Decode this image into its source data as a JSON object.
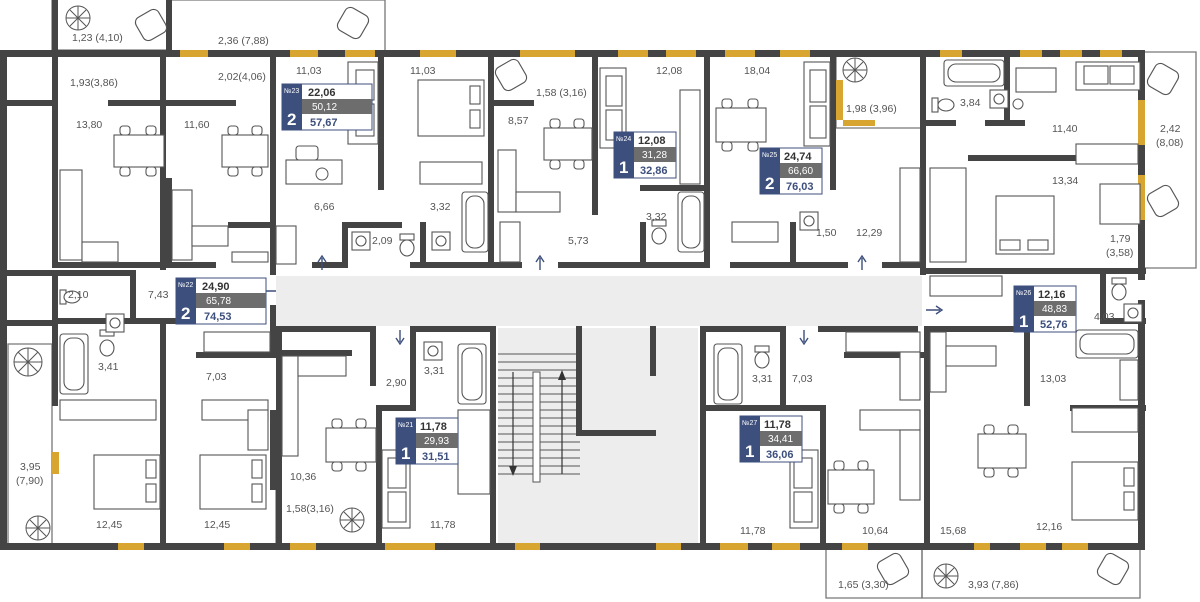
{
  "colors": {
    "wall": "#444444",
    "window": "#d9a531",
    "badge_dark": "#3d4f7c",
    "badge_grey": "#6d6d6d",
    "corridor": "#ededed"
  },
  "apartments": [
    {
      "num": "№23",
      "rooms": "2",
      "area": "22,06",
      "living": "50,12",
      "total": "57,67"
    },
    {
      "num": "№24",
      "rooms": "1",
      "area": "12,08",
      "living": "31,28",
      "total": "32,86"
    },
    {
      "num": "№25",
      "rooms": "2",
      "area": "24,74",
      "living": "66,60",
      "total": "76,03"
    },
    {
      "num": "№22",
      "rooms": "2",
      "area": "24,90",
      "living": "65,78",
      "total": "74,53"
    },
    {
      "num": "№26",
      "rooms": "1",
      "area": "12,16",
      "living": "48,83",
      "total": "52,76"
    },
    {
      "num": "№21",
      "rooms": "1",
      "area": "11,78",
      "living": "29,93",
      "total": "31,51"
    },
    {
      "num": "№27",
      "rooms": "1",
      "area": "11,78",
      "living": "34,41",
      "total": "36,06"
    }
  ],
  "room_labels": [
    "1,23 (4,10)",
    "2,36 (7,88)",
    "1,93(3,86)",
    "2,02(4,06)",
    "11,03",
    "11,03",
    "13,80",
    "11,60",
    "6,66",
    "3,32",
    "8,57",
    "1,58 (3,16)",
    "12,08",
    "18,04",
    "1,98 (3,96)",
    "3,84",
    "11,40",
    "2,42",
    "(8,08)",
    "3,32",
    "5,73",
    "2,09",
    "1,50",
    "12,29",
    "13,34",
    "1,79",
    "(3,58)",
    "7,43",
    "2,10",
    "3,41",
    "7,03",
    "2,90",
    "3,31",
    "3,31",
    "7,03",
    "4,03",
    "13,03",
    "3,95",
    "(7,90)",
    "10,36",
    "1,58(3,16)",
    "12,45",
    "12,45",
    "11,78",
    "11,78",
    "10,64",
    "15,68",
    "12,16",
    "1,65 (3,30)",
    "3,93 (7,86)"
  ]
}
